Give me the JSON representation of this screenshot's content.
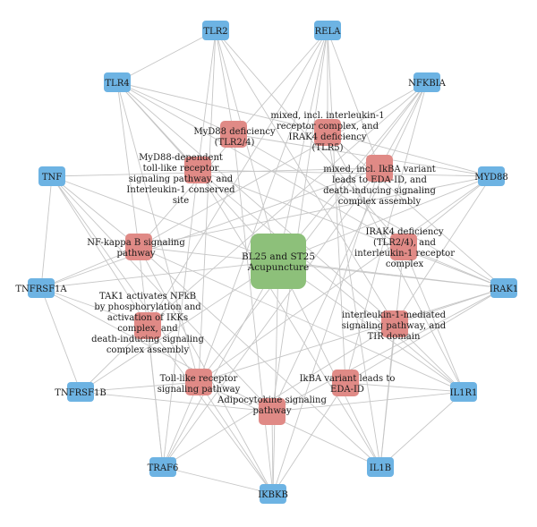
{
  "colors": {
    "gene": "#6db3e3",
    "pathway": "#e08a86",
    "center": "#8dc07a",
    "edge": "#c6c6c6"
  },
  "center": {
    "id": "center",
    "lines": [
      "BL25 and ST25",
      "Acupuncture"
    ]
  },
  "genes": [
    {
      "id": "TLR2",
      "label": "TLR2"
    },
    {
      "id": "RELA",
      "label": "RELA"
    },
    {
      "id": "TLR4",
      "label": "TLR4"
    },
    {
      "id": "NFKBIA",
      "label": "NFKBIA"
    },
    {
      "id": "TNF",
      "label": "TNF"
    },
    {
      "id": "MYD88",
      "label": "MYD88"
    },
    {
      "id": "TNFRSF1A",
      "label": "TNFRSF1A"
    },
    {
      "id": "IRAK1",
      "label": "IRAK1"
    },
    {
      "id": "TNFRSF1B",
      "label": "TNFRSF1B"
    },
    {
      "id": "IL1R1",
      "label": "IL1R1"
    },
    {
      "id": "TRAF6",
      "label": "TRAF6"
    },
    {
      "id": "IL1B",
      "label": "IL1B"
    },
    {
      "id": "IKBKB",
      "label": "IKBKB"
    }
  ],
  "pathways": [
    {
      "id": "p1",
      "lines": [
        "MyD88 deficiency",
        "(TLR2/4)"
      ]
    },
    {
      "id": "p2",
      "lines": [
        "mixed, incl. interleukin-1",
        "receptor complex, and",
        "IRAK4 deficiency",
        "(TLR5)"
      ]
    },
    {
      "id": "p3",
      "lines": [
        "MyD88-dependent",
        "toll-like receptor",
        "signaling pathway, and",
        "Interleukin-1 conserved",
        "site"
      ]
    },
    {
      "id": "p4",
      "lines": [
        "mixed, incl. IkBA variant",
        "leads to EDA-ID, and",
        "death-inducing signaling",
        "complex assembly"
      ]
    },
    {
      "id": "p5",
      "lines": [
        "NF-kappa B signaling",
        "pathway"
      ]
    },
    {
      "id": "p6",
      "lines": [
        "IRAK4 deficiency",
        "(TLR2/4), and",
        "interleukin-1 receptor",
        "complex"
      ]
    },
    {
      "id": "p7",
      "lines": [
        "TAK1 activates NFkB",
        "by phosphorylation and",
        "activation of IKKs",
        "complex, and",
        "death-inducing signaling",
        "complex assembly"
      ]
    },
    {
      "id": "p8",
      "lines": [
        "interleukin-1-mediated",
        "signaling pathway, and",
        "TIR domain"
      ]
    },
    {
      "id": "p9",
      "lines": [
        "IkBA variant leads to",
        "EDA-ID"
      ]
    },
    {
      "id": "p10",
      "lines": [
        "Toll-like receptor",
        "signaling pathway"
      ]
    },
    {
      "id": "p11",
      "lines": [
        "Adipocytokine signaling",
        "pathway"
      ]
    }
  ],
  "edges": [
    [
      "center",
      "TLR2"
    ],
    [
      "center",
      "RELA"
    ],
    [
      "center",
      "TLR4"
    ],
    [
      "center",
      "NFKBIA"
    ],
    [
      "center",
      "TNF"
    ],
    [
      "center",
      "MYD88"
    ],
    [
      "center",
      "TNFRSF1A"
    ],
    [
      "center",
      "IRAK1"
    ],
    [
      "center",
      "TNFRSF1B"
    ],
    [
      "center",
      "IL1R1"
    ],
    [
      "center",
      "TRAF6"
    ],
    [
      "center",
      "IL1B"
    ],
    [
      "center",
      "IKBKB"
    ],
    [
      "p1",
      "TLR2"
    ],
    [
      "p1",
      "TLR4"
    ],
    [
      "p1",
      "MYD88"
    ],
    [
      "p1",
      "IRAK1"
    ],
    [
      "p1",
      "IKBKB"
    ],
    [
      "p2",
      "RELA"
    ],
    [
      "p2",
      "MYD88"
    ],
    [
      "p2",
      "IRAK1"
    ],
    [
      "p2",
      "IL1R1"
    ],
    [
      "p2",
      "IL1B"
    ],
    [
      "p2",
      "TLR4"
    ],
    [
      "p3",
      "TLR2"
    ],
    [
      "p3",
      "TLR4"
    ],
    [
      "p3",
      "MYD88"
    ],
    [
      "p3",
      "IRAK1"
    ],
    [
      "p3",
      "IL1R1"
    ],
    [
      "p3",
      "IL1B"
    ],
    [
      "p3",
      "TRAF6"
    ],
    [
      "p4",
      "NFKBIA"
    ],
    [
      "p4",
      "IKBKB"
    ],
    [
      "p4",
      "TNF"
    ],
    [
      "p4",
      "TNFRSF1A"
    ],
    [
      "p4",
      "RELA"
    ],
    [
      "p4",
      "TRAF6"
    ],
    [
      "p5",
      "TLR4"
    ],
    [
      "p5",
      "RELA"
    ],
    [
      "p5",
      "NFKBIA"
    ],
    [
      "p5",
      "TNF"
    ],
    [
      "p5",
      "MYD88"
    ],
    [
      "p5",
      "TNFRSF1A"
    ],
    [
      "p5",
      "IRAK1"
    ],
    [
      "p5",
      "IL1R1"
    ],
    [
      "p5",
      "TRAF6"
    ],
    [
      "p5",
      "IL1B"
    ],
    [
      "p5",
      "IKBKB"
    ],
    [
      "p6",
      "TLR2"
    ],
    [
      "p6",
      "TLR4"
    ],
    [
      "p6",
      "MYD88"
    ],
    [
      "p6",
      "IRAK1"
    ],
    [
      "p6",
      "IL1R1"
    ],
    [
      "p6",
      "IL1B"
    ],
    [
      "p7",
      "RELA"
    ],
    [
      "p7",
      "NFKBIA"
    ],
    [
      "p7",
      "TNF"
    ],
    [
      "p7",
      "TNFRSF1A"
    ],
    [
      "p7",
      "TRAF6"
    ],
    [
      "p7",
      "IKBKB"
    ],
    [
      "p7",
      "TNFRSF1B"
    ],
    [
      "p8",
      "MYD88"
    ],
    [
      "p8",
      "IRAK1"
    ],
    [
      "p8",
      "IL1R1"
    ],
    [
      "p8",
      "IL1B"
    ],
    [
      "p8",
      "TLR2"
    ],
    [
      "p8",
      "TLR4"
    ],
    [
      "p8",
      "TRAF6"
    ],
    [
      "p9",
      "NFKBIA"
    ],
    [
      "p9",
      "IKBKB"
    ],
    [
      "p9",
      "RELA"
    ],
    [
      "p9",
      "IRAK1"
    ],
    [
      "p9",
      "IL1R1"
    ],
    [
      "p10",
      "TLR2"
    ],
    [
      "p10",
      "TLR4"
    ],
    [
      "p10",
      "RELA"
    ],
    [
      "p10",
      "NFKBIA"
    ],
    [
      "p10",
      "TNF"
    ],
    [
      "p10",
      "MYD88"
    ],
    [
      "p10",
      "IRAK1"
    ],
    [
      "p10",
      "TRAF6"
    ],
    [
      "p10",
      "IL1B"
    ],
    [
      "p10",
      "IKBKB"
    ],
    [
      "p10",
      "TNFRSF1B"
    ],
    [
      "p11",
      "RELA"
    ],
    [
      "p11",
      "NFKBIA"
    ],
    [
      "p11",
      "TNF"
    ],
    [
      "p11",
      "TNFRSF1A"
    ],
    [
      "p11",
      "TNFRSF1B"
    ],
    [
      "p11",
      "IKBKB"
    ],
    [
      "p11",
      "IRAK1"
    ],
    [
      "p11",
      "IL1R1"
    ],
    [
      "TLR2",
      "TLR4"
    ],
    [
      "TNF",
      "TNFRSF1A"
    ],
    [
      "TNFRSF1A",
      "TNFRSF1B"
    ],
    [
      "TRAF6",
      "IKBKB"
    ],
    [
      "IL1B",
      "IL1R1"
    ]
  ]
}
